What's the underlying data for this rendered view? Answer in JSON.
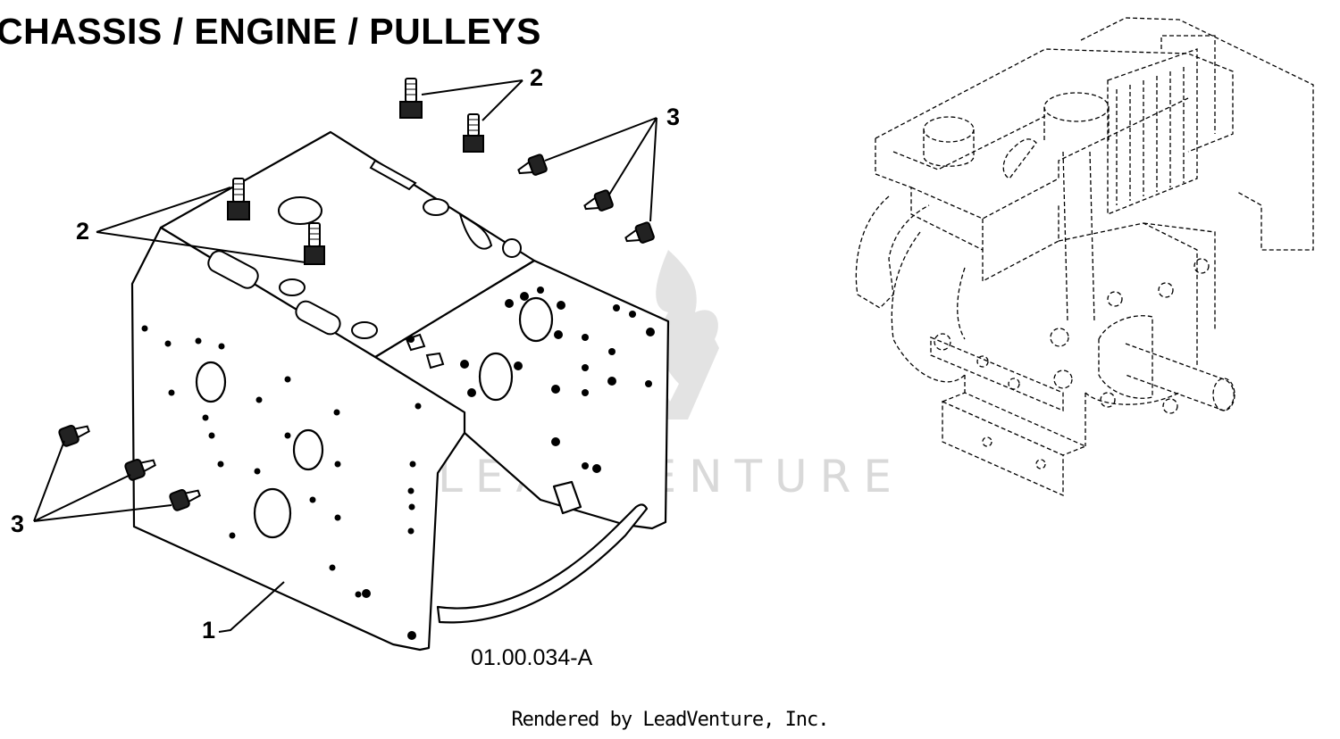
{
  "title": "CHASSIS / ENGINE / PULLEYS",
  "callouts": {
    "chassis": "1",
    "stud": "2",
    "screw": "3"
  },
  "figure_code": "01.00.034-A",
  "watermark": "LEADVENTURE",
  "credit": "Rendered by LeadVenture, Inc.",
  "colors": {
    "line": "#000000",
    "background": "#ffffff",
    "watermark": "#d9d9d9"
  }
}
